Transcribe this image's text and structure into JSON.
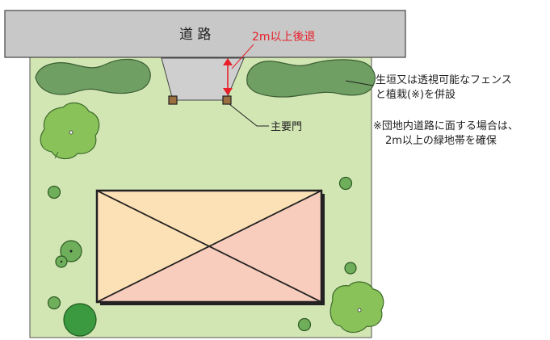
{
  "road": {
    "label": "道 路"
  },
  "setback": {
    "label": "2m以上後退",
    "color": "#e8202a"
  },
  "hedge_note": {
    "line1": "生垣又は透視可能なフェンス",
    "line2": "と植栽(※)を併設"
  },
  "gate_label": "主要門",
  "note": {
    "line1": "※団地内道路に面する場合は、",
    "line2": "2m以上の緑地帯を確保"
  },
  "colors": {
    "road": "#c8c8c8",
    "lawn": "#d2e6b4",
    "hedge": "#6f9f62",
    "tree": "#8ac25a",
    "tree_dark": "#3b9a3f",
    "building_light": "#fde1b6",
    "building_pink": "#f8cdbd",
    "gate_post": "#9a7040"
  }
}
